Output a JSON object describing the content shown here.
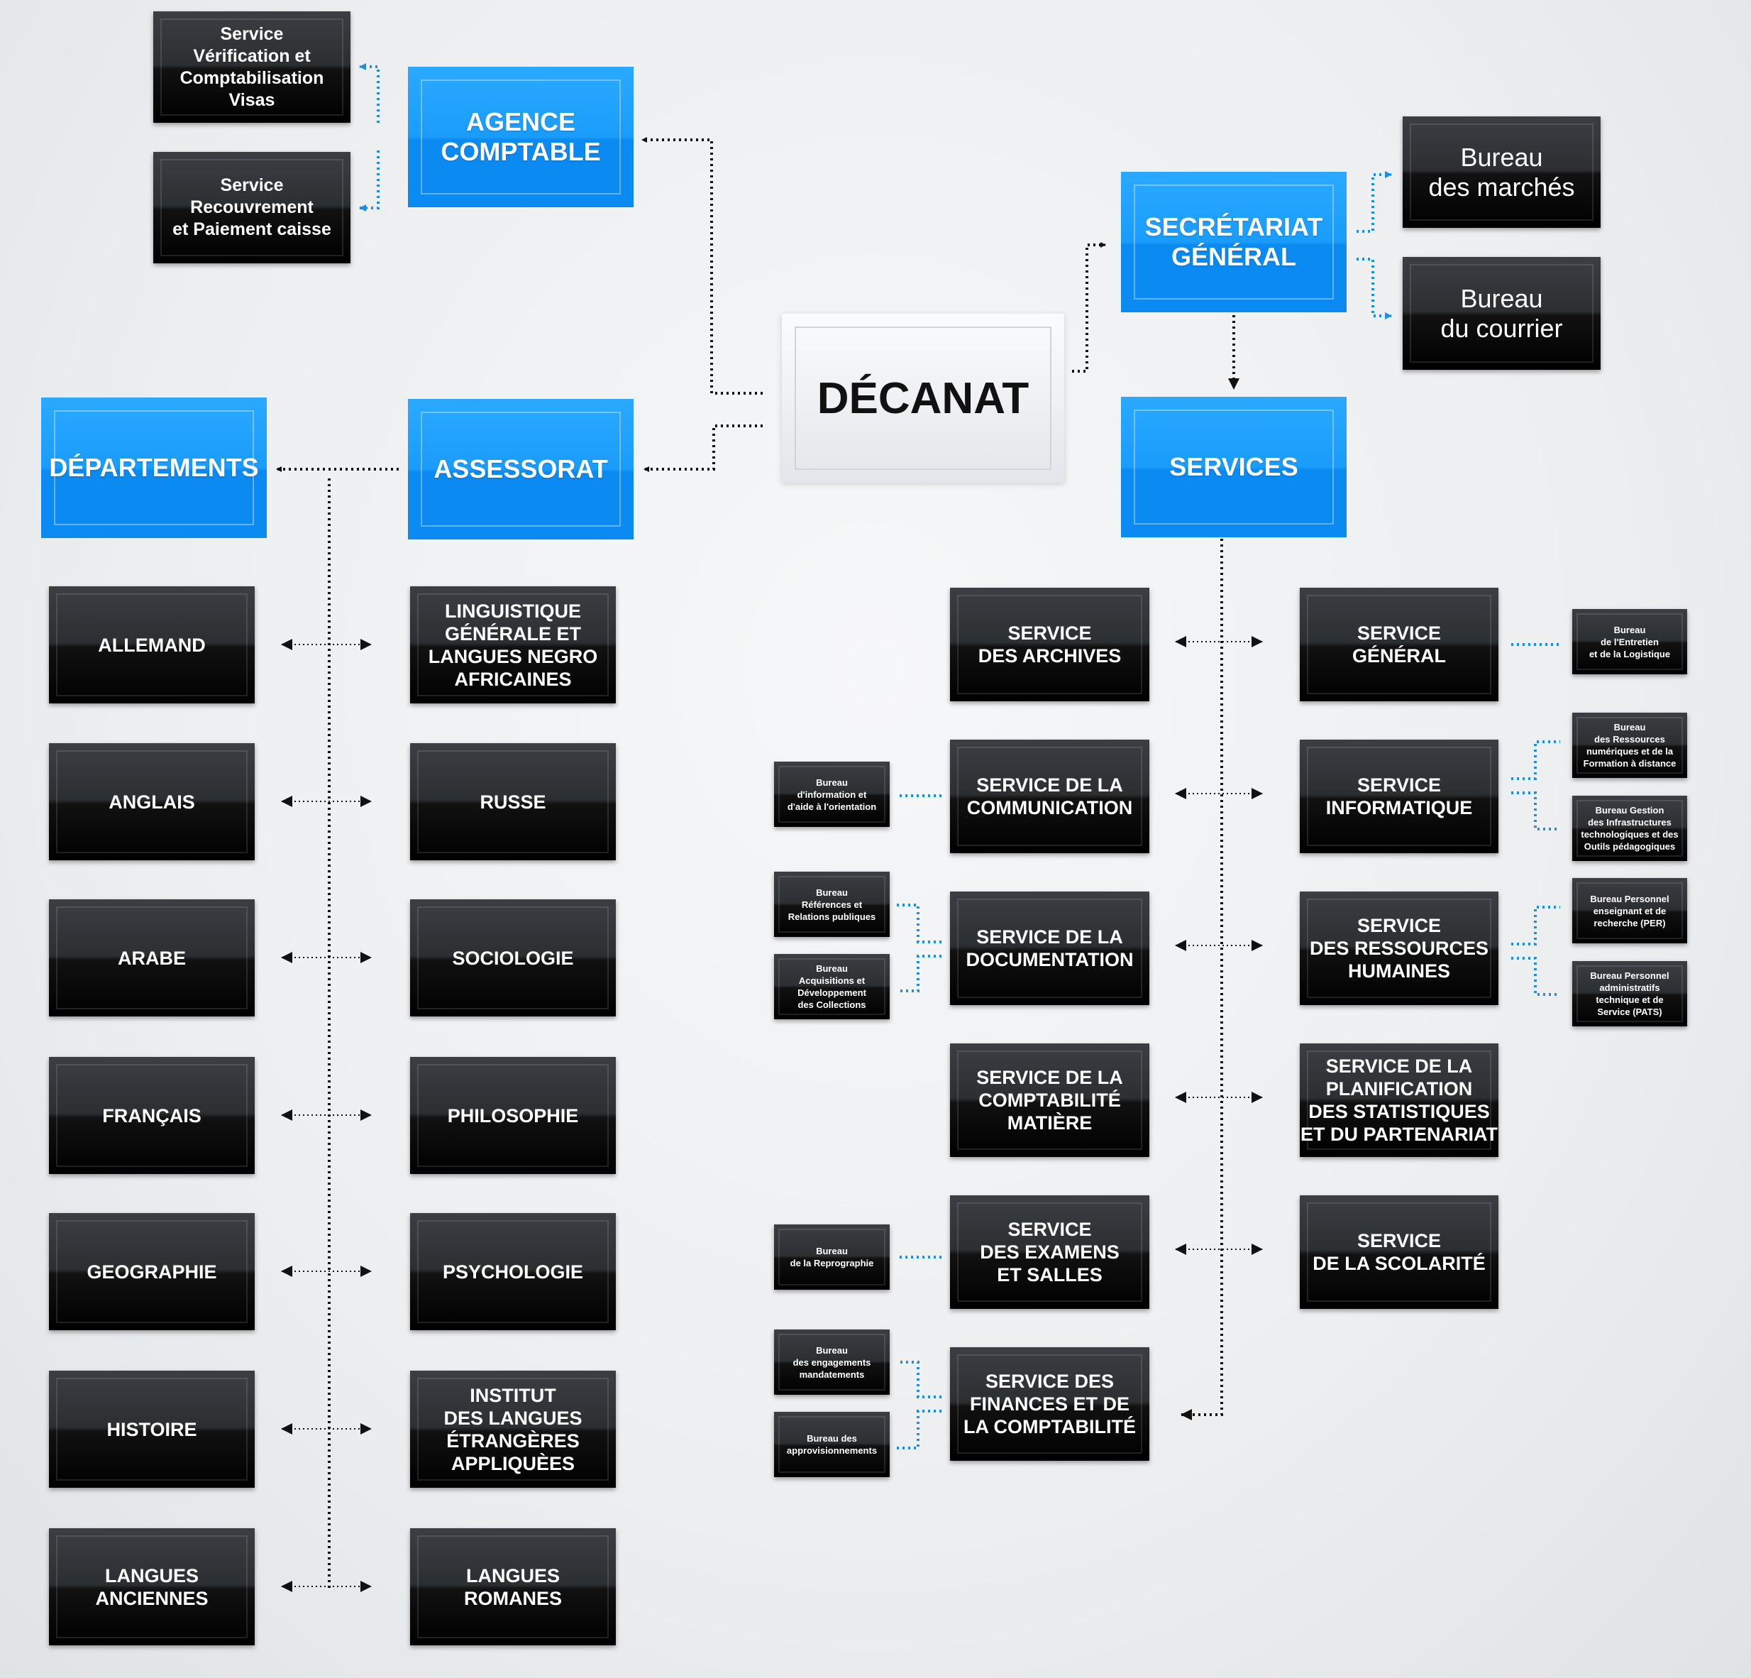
{
  "decanat": "DÉCANAT",
  "agence": {
    "title": "AGENCE\nCOMPTABLE",
    "services": [
      "Service\nVérification et\nComptabilisation\nVisas",
      "Service\nRecouvrement\net Paiement caisse"
    ]
  },
  "secretariat": {
    "title": "SECRÉTARIAT\nGÉNÉRAL",
    "bureaus": [
      "Bureau\ndes marchés",
      "Bureau\ndu courrier"
    ]
  },
  "assessorat": "ASSESSORAT",
  "departements": {
    "title": "DÉPARTEMENTS",
    "left": [
      "ALLEMAND",
      "ANGLAIS",
      "ARABE",
      "FRANÇAIS",
      "GEOGRAPHIE",
      "HISTOIRE",
      "LANGUES\nANCIENNES"
    ],
    "right": [
      "LINGUISTIQUE\nGÉNÉRALE ET\nLANGUES NEGRO\nAFRICAINES",
      "RUSSE",
      "SOCIOLOGIE",
      "PHILOSOPHIE",
      "PSYCHOLOGIE",
      "INSTITUT\nDES LANGUES\nÉTRANGÈRES\nAPPLIQUÈES",
      "LANGUES\nROMANES"
    ]
  },
  "services": {
    "title": "SERVICES",
    "left": [
      "SERVICE\nDES ARCHIVES",
      "SERVICE DE LA\nCOMMUNICATION",
      "SERVICE DE LA\nDOCUMENTATION",
      "SERVICE DE LA\nCOMPTABILITÉ\nMATIÈRE",
      "SERVICE\nDES EXAMENS\nET SALLES",
      "SERVICE DES\nFINANCES ET DE\nLA COMPTABILITÉ"
    ],
    "right": [
      "SERVICE\nGÉNÉRAL",
      "SERVICE\nINFORMATIQUE",
      "SERVICE\nDES RESSOURCES\nHUMAINES",
      "SERVICE DE LA\nPLANIFICATION\nDES STATISTIQUES\nET DU PARTENARIAT",
      "SERVICE\nDE LA SCOLARITÉ"
    ],
    "bureaus_right": [
      "Bureau\nde l'Entretien\net de la Logistique",
      "Bureau\ndes Ressources\nnumériques et de la\nFormation à distance",
      "Bureau Gestion\ndes Infrastructures\ntechnologiques et des\nOutils pédagogiques",
      "Bureau Personnel\nenseignant et de\nrecherche (PER)",
      "Bureau Personnel\nadministratifs\ntechnique et de\nService (PATS)"
    ],
    "bureaus_left": [
      "Bureau\nd'information et\nd'aide à l'orientation",
      "Bureau\nRéférences et\nRelations publiques",
      "Bureau\nAcquisitions et\nDéveloppement\ndes Collections",
      "Bureau\nde la Reprographie",
      "Bureau\ndes engagements\nmandatements",
      "Bureau des\napprovisionnements"
    ]
  },
  "colors": {
    "blue": "#1a9cfb",
    "connector_blue": "#1a8fe8",
    "connector_black": "#111111"
  }
}
